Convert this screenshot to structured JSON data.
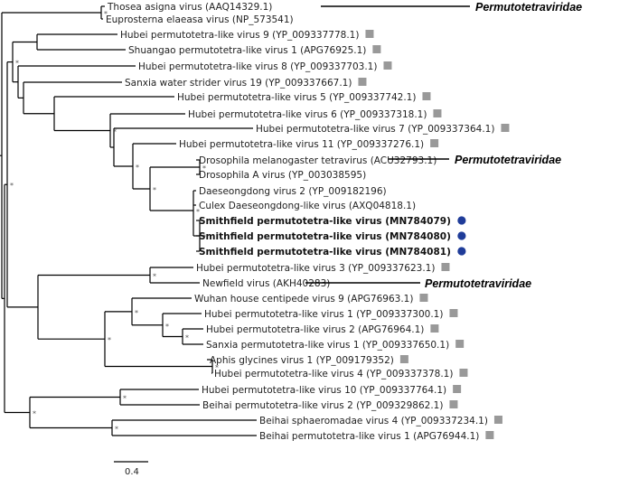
{
  "tree": {
    "taxa": [
      {
        "label": "Thosea asigna virus (AAQ14329.1)",
        "marker": "none"
      },
      {
        "label": "Euprosterna elaeasa virus (NP_573541)",
        "marker": "none"
      },
      {
        "label": "Hubei permutotetra-like virus 9 (YP_009337778.1)",
        "marker": "square"
      },
      {
        "label": "Shuangao permutotetra-like virus 1 (APG76925.1)",
        "marker": "square"
      },
      {
        "label": "Hubei permutotetra-like virus 8 (YP_009337703.1)",
        "marker": "square"
      },
      {
        "label": "Sanxia water strider virus 19 (YP_009337667.1)",
        "marker": "square"
      },
      {
        "label": "Hubei permutotetra-like virus 5 (YP_009337742.1)",
        "marker": "square"
      },
      {
        "label": "Hubei permutotetra-like virus 6 (YP_009337318.1)",
        "marker": "square"
      },
      {
        "label": "Hubei permutotetra-like virus 7 (YP_009337364.1)",
        "marker": "square"
      },
      {
        "label": "Hubei permutotetra-like virus 11 (YP_009337276.1)",
        "marker": "square"
      },
      {
        "label": "Drosophila melanogaster tetravirus (ACU32793.1)",
        "marker": "none"
      },
      {
        "label": "Drosophila A virus (YP_003038595)",
        "marker": "none"
      },
      {
        "label": "Daeseongdong virus 2 (YP_009182196)",
        "marker": "none"
      },
      {
        "label": "Culex Daeseongdong-like virus (AXQ04818.1)",
        "marker": "none"
      },
      {
        "label": "Smithfield permutotetra-like virus (MN784079)",
        "marker": "circle",
        "bold": true
      },
      {
        "label": "Smithfield permutotetra-like virus (MN784080)",
        "marker": "circle",
        "bold": true
      },
      {
        "label": "Smithfield permutotetra-like virus (MN784081)",
        "marker": "circle",
        "bold": true
      },
      {
        "label": "Hubei permutotetra-like virus 3 (YP_009337623.1)",
        "marker": "square"
      },
      {
        "label": "Newfield virus (AKH40283)",
        "marker": "none"
      },
      {
        "label": "Wuhan house centipede virus 9 (APG76963.1)",
        "marker": "square"
      },
      {
        "label": "Hubei permutotetra-like virus 1 (YP_009337300.1)",
        "marker": "square"
      },
      {
        "label": "Hubei permutotetra-like virus 2 (APG76964.1)",
        "marker": "square"
      },
      {
        "label": "Sanxia permutotetra-like virus 1 (YP_009337650.1)",
        "marker": "square"
      },
      {
        "label": "Aphis glycines virus 1 (YP_009179352)",
        "marker": "square"
      },
      {
        "label": "Hubei permutotetra-like virus 4 (YP_009337378.1)",
        "marker": "square"
      },
      {
        "label": "Hubei permutotetra-like virus 10 (YP_009337764.1)",
        "marker": "square"
      },
      {
        "label": "Beihai permutotetra-like virus 2 (YP_009329862.1)",
        "marker": "square"
      },
      {
        "label": "Beihai sphaeromadae virus 4 (YP_009337234.1)",
        "marker": "square"
      },
      {
        "label": "Beihai permutotetra-like virus 1 (APG76944.1)",
        "marker": "square"
      }
    ],
    "family_labels": [
      {
        "text": "Permutotetraviridae"
      },
      {
        "text": "Permutotetraviridae"
      },
      {
        "text": "Permutotetraviridae"
      }
    ],
    "support_symbol": "*",
    "scale_bar_label": "0.4",
    "colors": {
      "branch": "#000000",
      "square_marker": "#999999",
      "circle_marker": "#1f3c99"
    }
  }
}
